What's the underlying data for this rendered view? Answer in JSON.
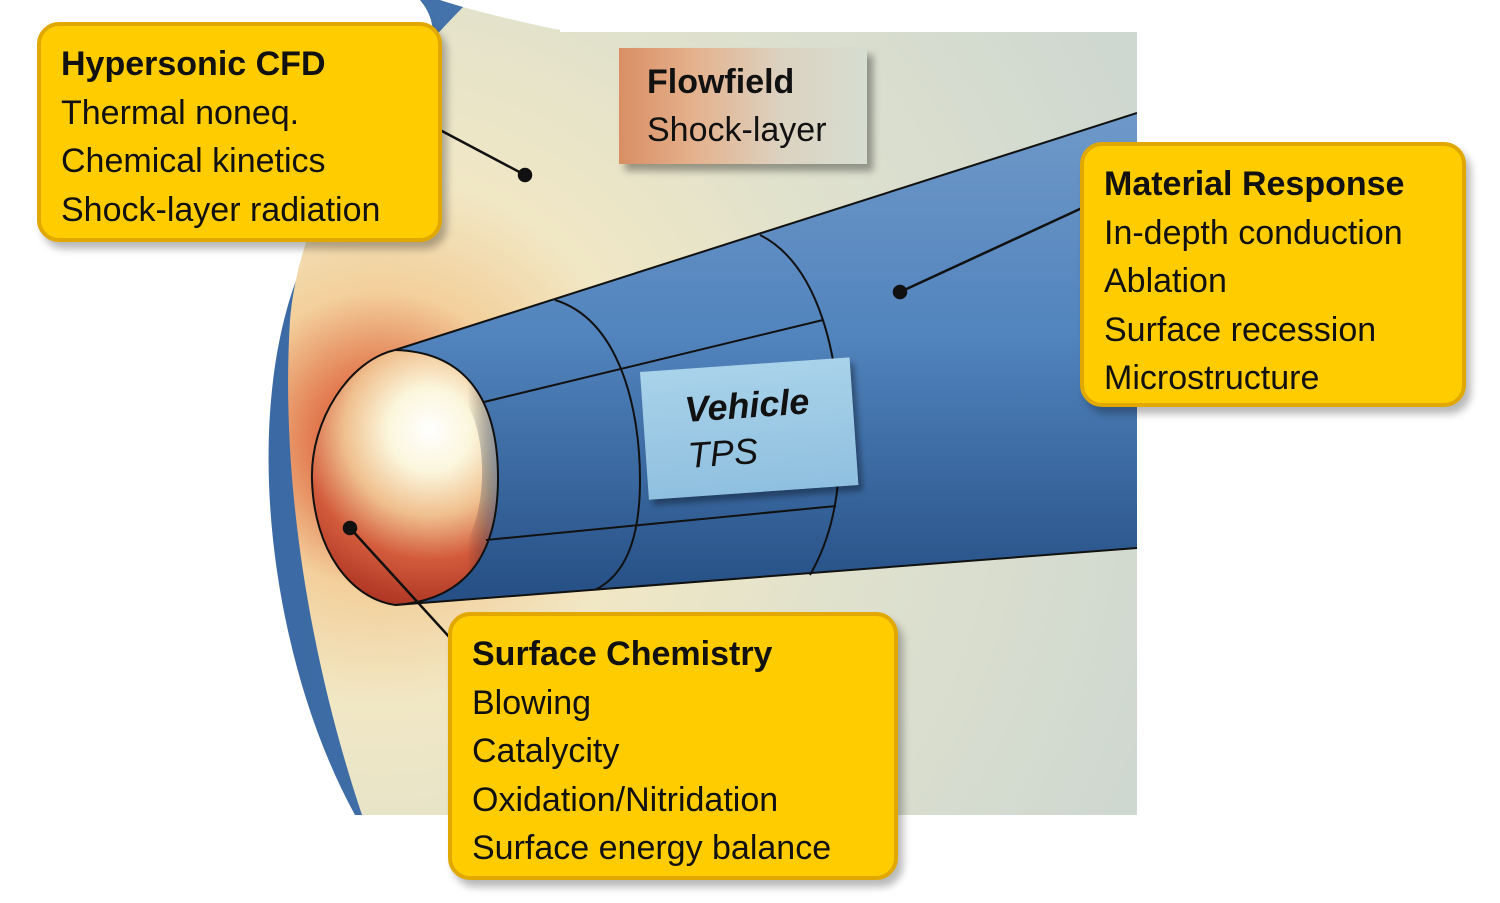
{
  "hypersonic_cfd": {
    "title": "Hypersonic CFD",
    "items": [
      "Thermal noneq.",
      "Chemical kinetics",
      "Shock-layer radiation"
    ]
  },
  "flowfield": {
    "title": "Flowfield",
    "subtitle": "Shock-layer"
  },
  "material_response": {
    "title": "Material Response",
    "items": [
      "In-depth conduction",
      "Ablation",
      "Surface recession",
      "Microstructure"
    ]
  },
  "vehicle": {
    "title": "Vehicle",
    "subtitle": "TPS"
  },
  "surface_chemistry": {
    "title": "Surface Chemistry",
    "items": [
      "Blowing",
      "Catalycity",
      "Oxidation/Nitridation",
      "Surface energy balance"
    ]
  },
  "colors": {
    "callout_fill": "#ffcc00",
    "callout_border": "#e0a800",
    "shock_blue": "#3a69a3",
    "vehicle_blue": "#4b7bb3",
    "stagnation_red": "#c23a22"
  }
}
